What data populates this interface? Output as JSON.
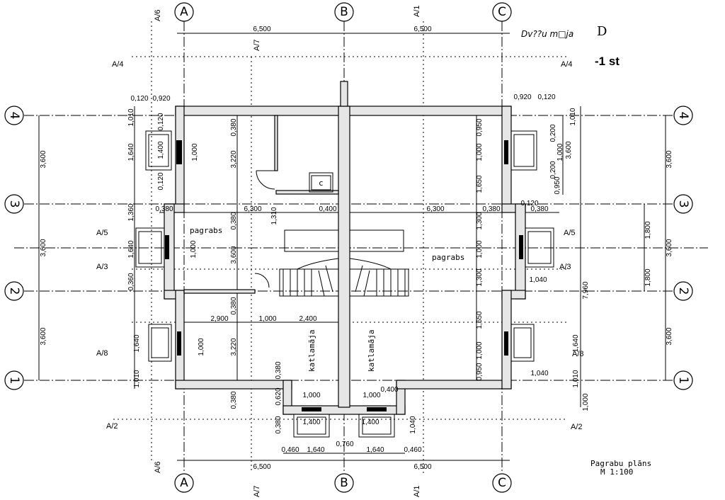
{
  "title": {
    "project": "Dv??u m□ja",
    "block": "D",
    "level": "-1 st"
  },
  "caption": {
    "name": "Pagrabu plāns",
    "scale": "M 1:100"
  },
  "axes": {
    "vertical": [
      "A",
      "B",
      "C"
    ],
    "horizontal": [
      "4",
      "3",
      "2",
      "1"
    ]
  },
  "sections": [
    "A/6",
    "A/7",
    "A/1",
    "A/4",
    "A/5",
    "A/3",
    "A/8",
    "A/2"
  ],
  "rooms": {
    "basement": "pagrabs",
    "boiler": "katlamāja",
    "chimney": "c"
  },
  "dims": {
    "overall": "6,500",
    "total_height": "7,960",
    "module": "3,600",
    "half_module": "1,800",
    "room_width": "6,300",
    "wall_380": "0,380",
    "wall_400": "0,400",
    "wall_120": "0,120",
    "w_920": "0,920",
    "d_1010": "1,010",
    "d_1640": "1,640",
    "d_1400": "1,400",
    "d_1000": "1,000",
    "d_3220": "3,220",
    "d_1360": "1,360",
    "d_0360": "0,360",
    "d_2900": "2,900",
    "d_2400": "2,400",
    "d_0620": "0,620",
    "d_0460": "0,460",
    "d_0760": "0,760",
    "d_1040": "1,040",
    "d_0950": "0,950",
    "d_1650": "1,650",
    "d_1300": "1,300",
    "d_1310": "1,310",
    "d_0200": "0,200"
  }
}
